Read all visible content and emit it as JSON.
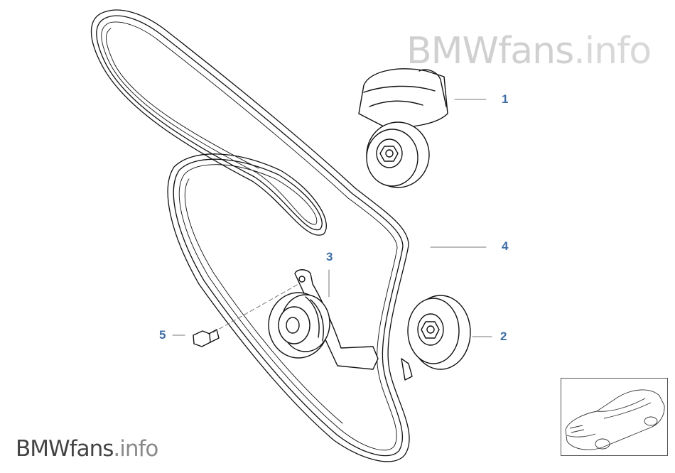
{
  "watermark": {
    "brand": "BMWfans",
    "suffix": ".info"
  },
  "callouts": [
    {
      "id": "1",
      "label": "1"
    },
    {
      "id": "2",
      "label": "2"
    },
    {
      "id": "3",
      "label": "3"
    },
    {
      "id": "4",
      "label": "4"
    },
    {
      "id": "5",
      "label": "5"
    }
  ],
  "colors": {
    "callout": "#3d6ea5",
    "line": "#111111",
    "leader": "#888888"
  },
  "thumbnail": {
    "icon": "car-thumbnail-icon"
  }
}
